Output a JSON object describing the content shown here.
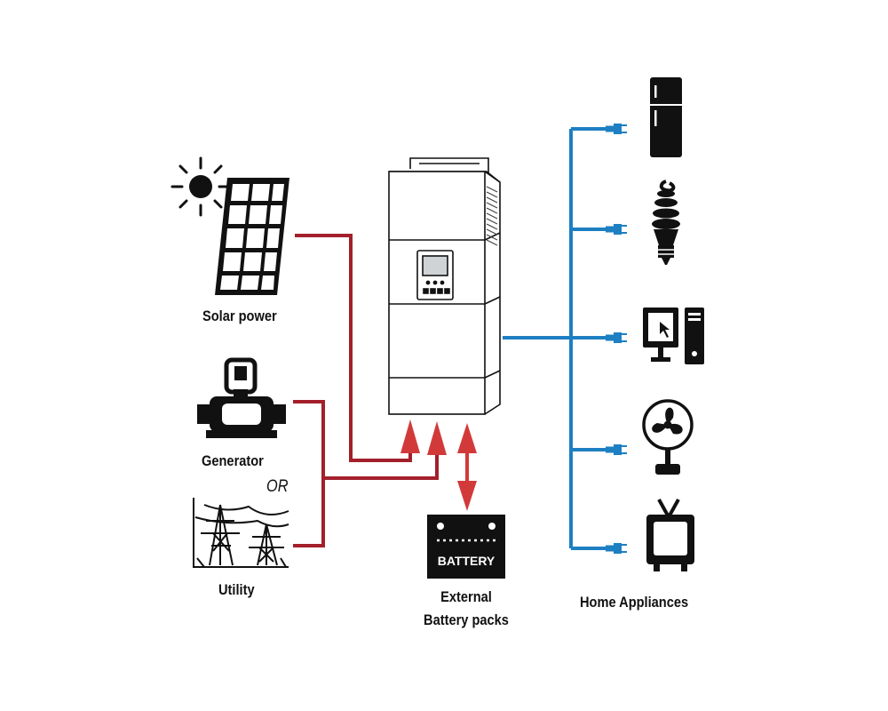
{
  "labels": {
    "solar": "Solar power",
    "generator": "Generator",
    "or": "OR",
    "utility": "Utility",
    "battery_box": "BATTERY",
    "battery_line1": "External",
    "battery_line2": "Battery packs",
    "appliances": "Home Appliances"
  },
  "colors": {
    "ac_line": "#a31f2b",
    "battery_arrow": "#d23a3a",
    "output_line": "#1e7fc2",
    "ink": "#111111"
  },
  "icons": {
    "source_solar": "solar-panel-icon",
    "source_sun": "sun-icon",
    "source_generator": "generator-icon",
    "source_utility": "power-tower-icon",
    "device": "inverter-icon",
    "storage": "battery-icon",
    "appliances": [
      "refrigerator-icon",
      "cfl-bulb-icon",
      "desktop-computer-icon",
      "desk-fan-icon",
      "television-icon"
    ],
    "connector": "power-plug-icon"
  }
}
